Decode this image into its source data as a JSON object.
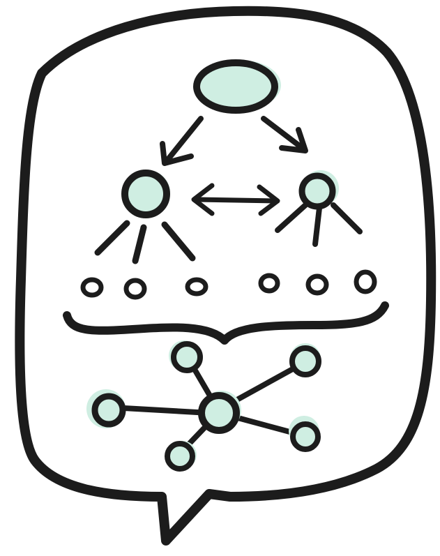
{
  "colors": {
    "ink": "#1c1c1c",
    "mint": "#cfeee2",
    "background": "#ffffff"
  },
  "illustration": {
    "type": "speech-bubble",
    "sections": [
      {
        "name": "hierarchy",
        "nodes": 3,
        "leaf_nodes": 6,
        "arrows": [
          "down-left",
          "down-right",
          "bidirectional"
        ]
      },
      {
        "name": "hub-and-spoke",
        "hub": 1,
        "spokes": 5
      }
    ]
  }
}
